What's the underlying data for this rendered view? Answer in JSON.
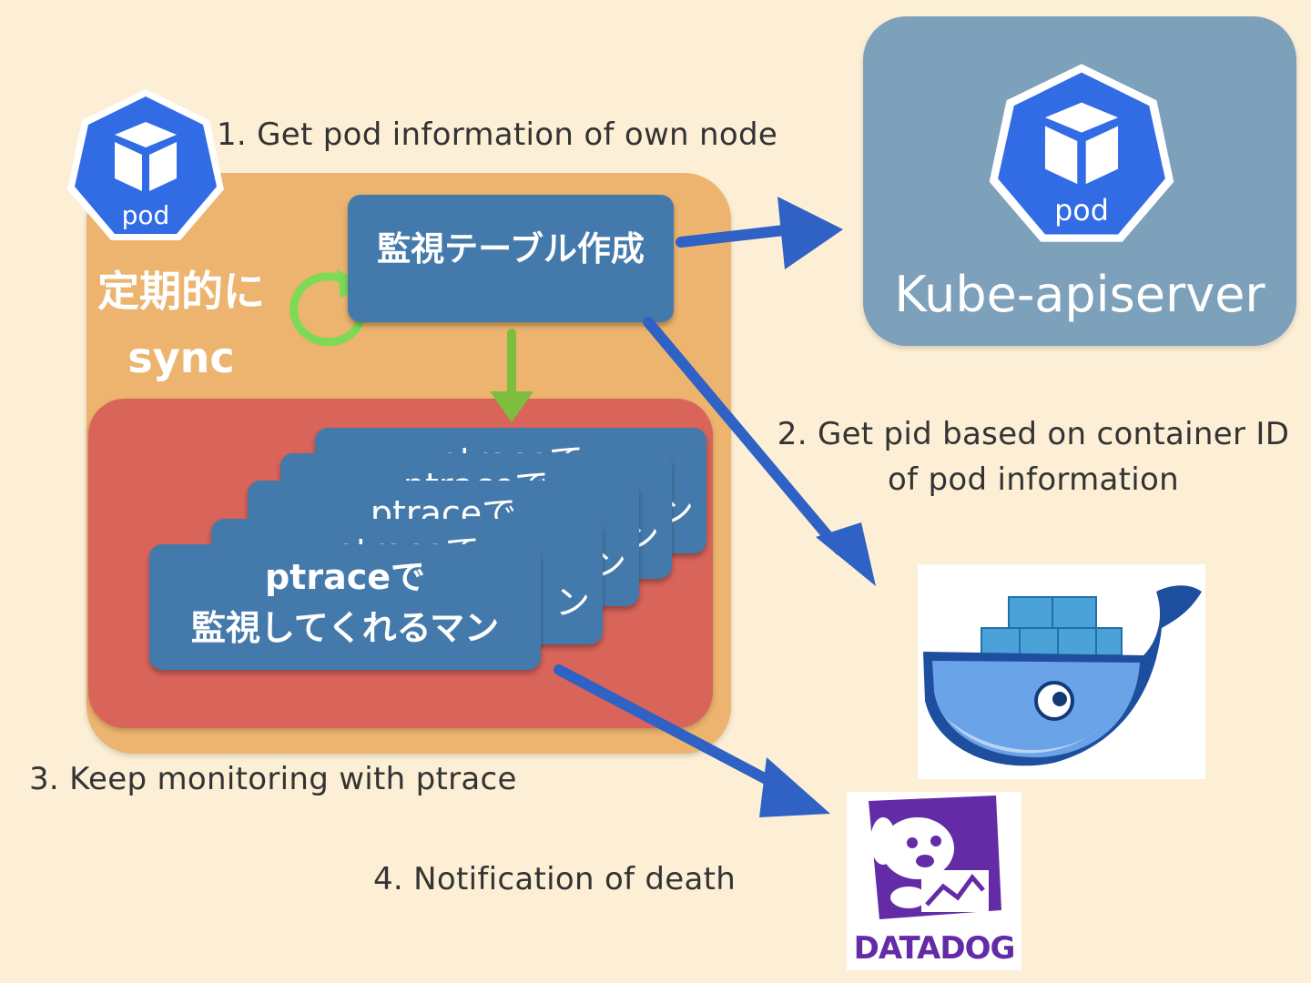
{
  "steps": {
    "step1": "1. Get pod information of own node",
    "step2_line1": "2. Get pid based on container ID",
    "step2_line2": "of pod information",
    "step3": "3. Keep monitoring with ptrace",
    "step4": "4. Notification of death"
  },
  "node": {
    "pod_icon_label": "pod",
    "sync_line1": "定期的に",
    "sync_line2": "sync",
    "monitor_table_label": "監視テーブル作成",
    "workers": {
      "line1": "ptraceで",
      "line2": "監視してくれるマン",
      "partial_right": "ン"
    }
  },
  "apiserver": {
    "pod_icon_label": "pod",
    "label": "Kube-apiserver"
  },
  "datadog": {
    "label": "DATADOG"
  },
  "colors": {
    "background": "#fcefd6",
    "node_box": "#ecb46e",
    "worker_area": "#d9645a",
    "blue_box": "#447aab",
    "api_box": "#7da0bb",
    "k8s_blue": "#326ce5",
    "arrow_blue": "#2f62c4",
    "sync_green": "#7ed957",
    "datadog_purple": "#632ca6"
  }
}
